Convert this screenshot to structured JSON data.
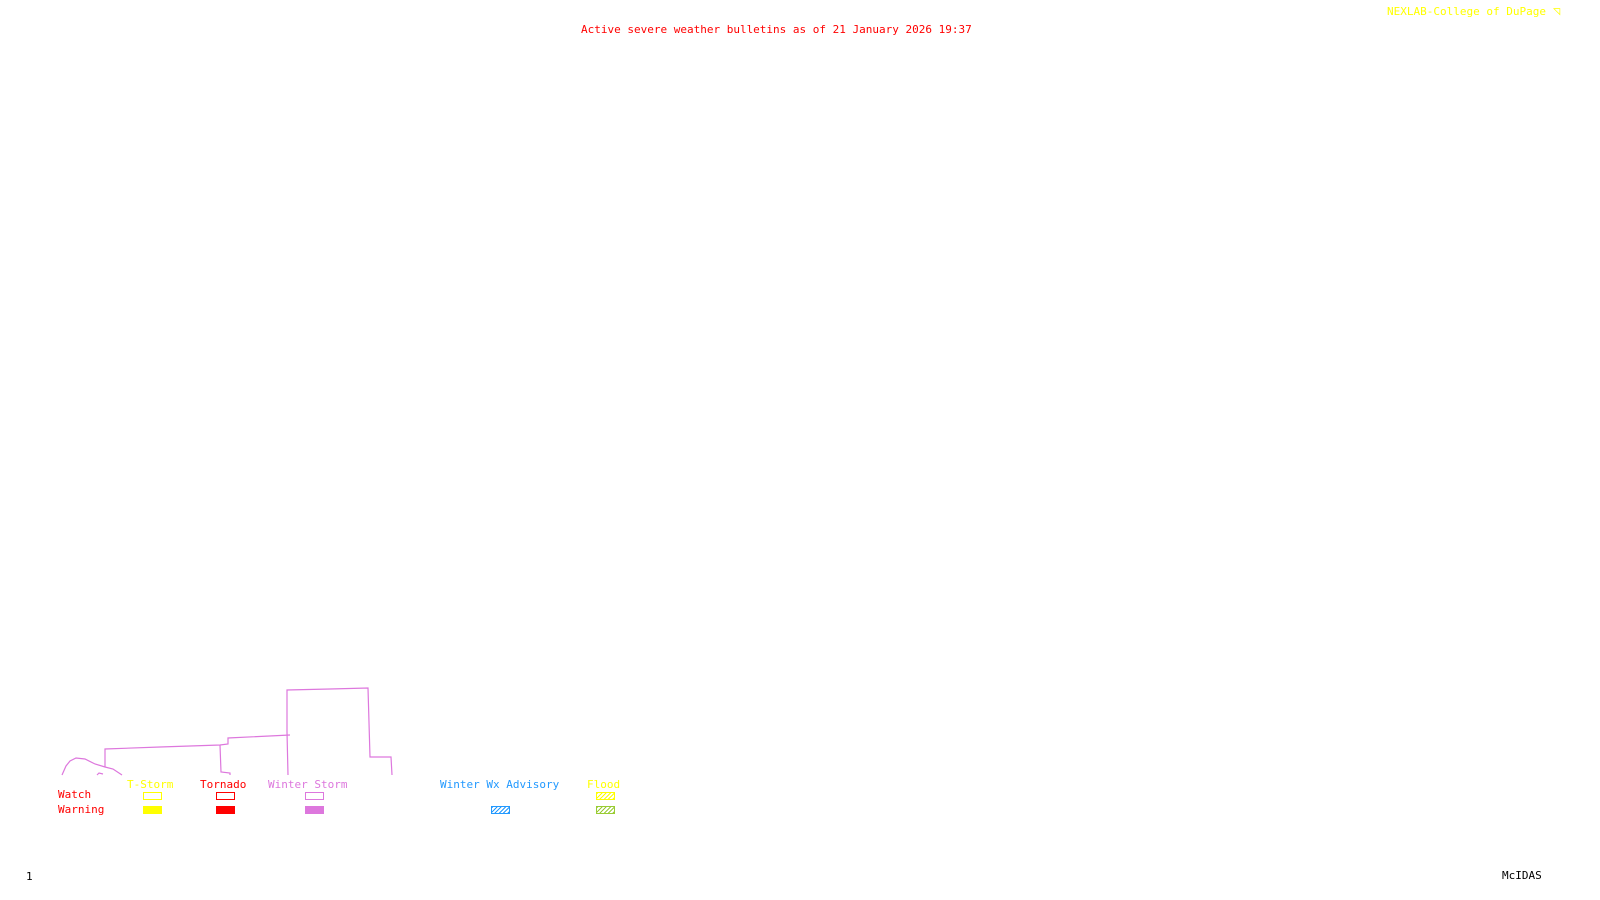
{
  "header": {
    "title": "Active severe weather bulletins as of 21 January 2026 19:37",
    "credit": "NEXLAB-College of DuPage",
    "logo_icon": "nexlab-logo-icon"
  },
  "legend": {
    "row_labels": {
      "watch": "Watch",
      "warning": "Warning"
    },
    "categories": [
      {
        "label": "T-Storm",
        "color": "#ffff00"
      },
      {
        "label": "Tornado",
        "color": "#ff0000"
      },
      {
        "label": "Winter Storm",
        "color": "#dd77dd"
      },
      {
        "label": "Winter Wx Advisory",
        "color": "#2299ff"
      },
      {
        "label": "Flood",
        "color": "#ffff00",
        "warning_color": "#99cc33"
      }
    ]
  },
  "footer": {
    "frame_number": "1",
    "software": "McIDAS"
  },
  "map": {
    "boundary_color": "#dd77dd"
  }
}
